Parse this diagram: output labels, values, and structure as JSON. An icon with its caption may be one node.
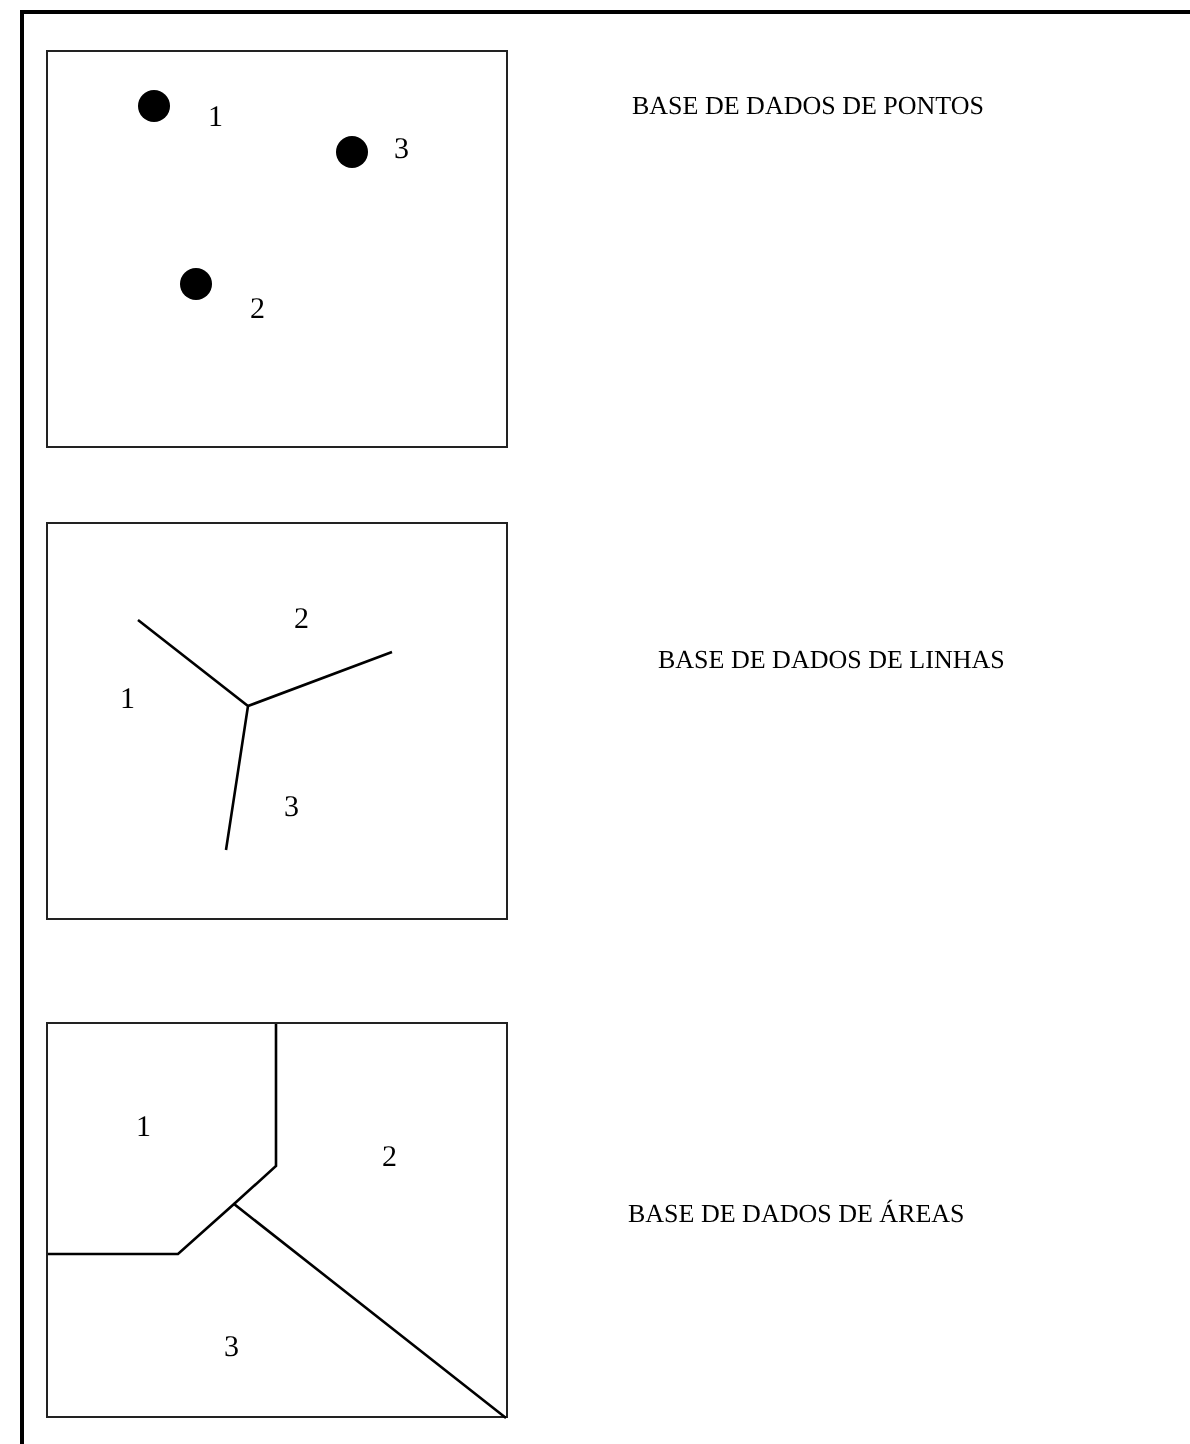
{
  "diagram": {
    "nodes": [
      {
        "text": [],
        "shape": "box"
      },
      {
        "text": [],
        "shape": "box"
      },
      {
        "text": [],
        "shape": "box"
      }
    ],
    "labels": [
      "1",
      "3",
      "2",
      "BASE DE DADOS DE PONTOS",
      "2",
      "1",
      "3",
      "BASE DE DADOS DE LINHAS",
      "1",
      "2",
      "3",
      "BASE DE DADOS DE ÁREAS"
    ]
  }
}
